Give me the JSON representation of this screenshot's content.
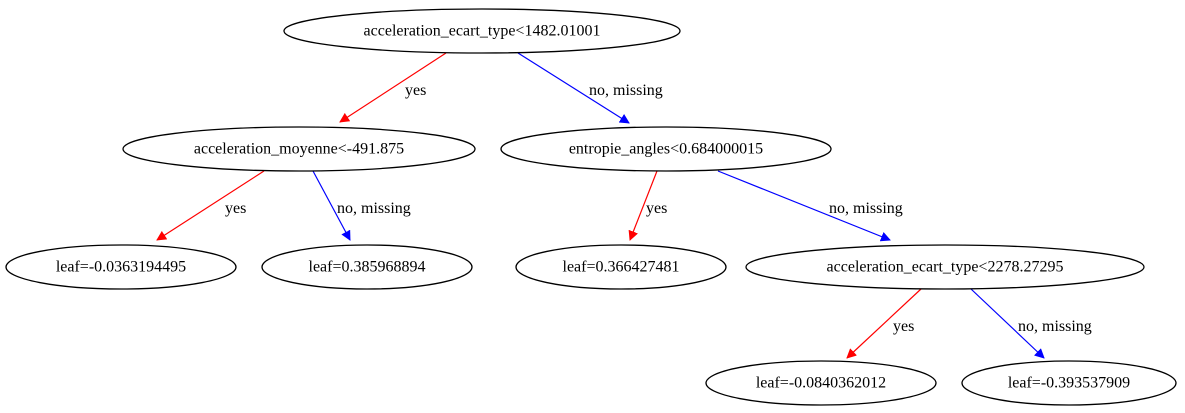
{
  "colors": {
    "yes_edge": "#ff0000",
    "no_edge": "#0000ff",
    "node_stroke": "#000000",
    "background": "#ffffff"
  },
  "nodes": {
    "n0": {
      "label": "acceleration_ecart_type<1482.01001",
      "kind": "split"
    },
    "n1": {
      "label": "acceleration_moyenne<-491.875",
      "kind": "split"
    },
    "n2": {
      "label": "entropie_angles<0.684000015",
      "kind": "split"
    },
    "n3": {
      "label": "leaf=-0.0363194495",
      "kind": "leaf"
    },
    "n4": {
      "label": "leaf=0.385968894",
      "kind": "leaf"
    },
    "n5": {
      "label": "leaf=0.366427481",
      "kind": "leaf"
    },
    "n6": {
      "label": "acceleration_ecart_type<2278.27295",
      "kind": "split"
    },
    "n7": {
      "label": "leaf=-0.0840362012",
      "kind": "leaf"
    },
    "n8": {
      "label": "leaf=-0.393537909",
      "kind": "leaf"
    }
  },
  "edges": {
    "e0": {
      "from": "n0",
      "to": "n1",
      "label": "yes",
      "branch": "yes"
    },
    "e1": {
      "from": "n0",
      "to": "n2",
      "label": "no, missing",
      "branch": "no"
    },
    "e2": {
      "from": "n1",
      "to": "n3",
      "label": "yes",
      "branch": "yes"
    },
    "e3": {
      "from": "n1",
      "to": "n4",
      "label": "no, missing",
      "branch": "no"
    },
    "e4": {
      "from": "n2",
      "to": "n5",
      "label": "yes",
      "branch": "yes"
    },
    "e5": {
      "from": "n2",
      "to": "n6",
      "label": "no, missing",
      "branch": "no"
    },
    "e6": {
      "from": "n6",
      "to": "n7",
      "label": "yes",
      "branch": "yes"
    },
    "e7": {
      "from": "n6",
      "to": "n8",
      "label": "no, missing",
      "branch": "no"
    }
  }
}
